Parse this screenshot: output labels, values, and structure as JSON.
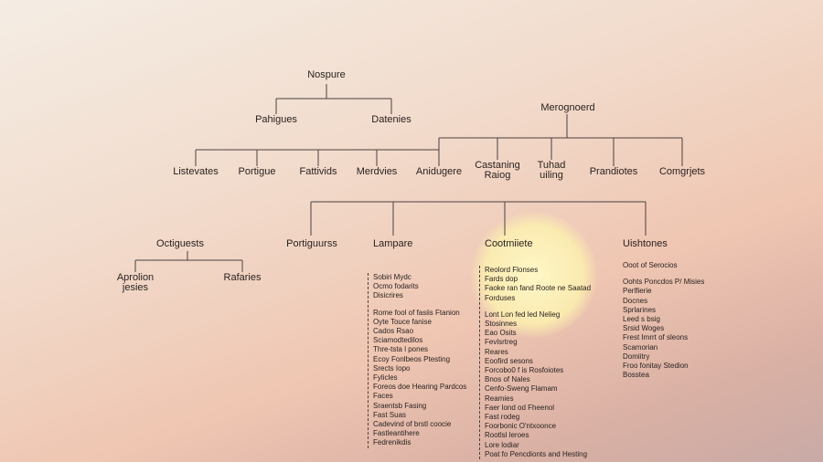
{
  "diagram": {
    "root": "Nospure",
    "level1": [
      "Pahigues",
      "Datenies"
    ],
    "management": "Merognoerd",
    "row3_left": [
      "Listevates",
      "Portigue",
      "Fattivids",
      "Merdvies"
    ],
    "row3_right": [
      "Anidugere",
      "Castaning\nRaiog",
      "Tuhad\nuiling",
      "Prandiotes",
      "Comgrjets"
    ],
    "subtree_left": {
      "root": "Octiguests",
      "children": [
        "Aprolion\njesies",
        "Rafaries"
      ]
    },
    "columns": [
      {
        "header": "Portiguurss"
      },
      {
        "header": "Lampare"
      },
      {
        "header": "Cootmiiete"
      },
      {
        "header": "Uishtones"
      }
    ],
    "lists": {
      "lampare": [
        "Sobiri Mydc",
        "Ocmo fodarits",
        "Disicrires",
        "",
        "Rome fool of fasiis Ftanion",
        "Oyte Touce fanise",
        "Cados Rsao",
        "Sciamodtedilos",
        "Thre-tsta l pones",
        "Ecoy Fonlbeos Ptesting",
        "Srects Iopo",
        "Fylicles",
        "Foreos doe Hearing Pardcos",
        "Faces",
        "Sraentsb Fasing",
        "Fast Suas",
        "Cadevind of brstl coocie",
        "Fastleantihere",
        "Fedrenikdis"
      ],
      "cootmiiete": [
        "Reolord Flonses",
        "Fards dop",
        "Faoke ran fand Roote ne Saatad",
        "Forduses",
        "",
        "Lont Lon fed led Nelieg",
        "Stosinnes",
        "Eao Osits",
        "Fevlsrtreg",
        "Reares",
        "Eoofird sesons",
        "Forcobo0 f is Rosfoiotes",
        "Bnos of Nales",
        "Cenfo-Sweng Flamam",
        "Reamies",
        "Faer lond od Fheenol",
        "Fast rodeg",
        "Foorbonic O'ntxoonce",
        "Rootlsl leroes",
        "Lore lodiar",
        "Poat fo Pencdionts and Hesting"
      ],
      "uishtones": [
        "Ooot of Serocios",
        "",
        "Oohts Poncdos P/ Misies",
        "Perlfierie",
        "Docnes",
        "Sprlarines",
        "Leed s bsig",
        "Srsid Woges",
        "Frest Imrrt of sleons",
        "Scamorian",
        "Domiitry",
        "Froo fonitay Stedion",
        "Bosstea"
      ]
    }
  }
}
